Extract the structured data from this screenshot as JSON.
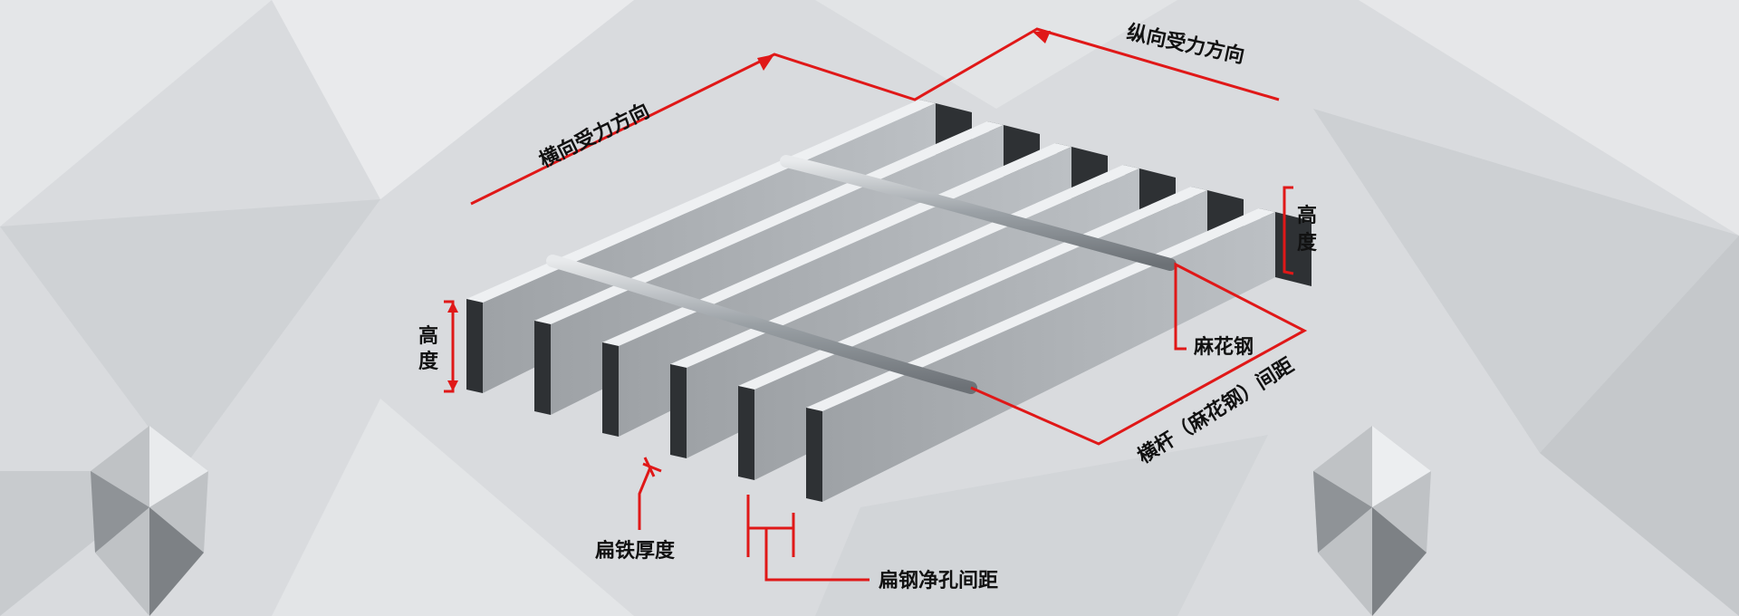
{
  "labels": {
    "transverse_direction": "横向受力方向",
    "longitudinal_direction": "纵向受力方向",
    "height_right_1": "高",
    "height_right_2": "度",
    "height_left_1": "高",
    "height_left_2": "度",
    "twisted_bar": "麻花钢",
    "crossbar_spacing": "横杆（麻花钢）间距",
    "flat_bar_thickness": "扁铁厚度",
    "clear_opening": "扁钢净孔间距"
  },
  "colors": {
    "annotation": "#e01818",
    "background": "#d9dbde",
    "steel_top": "#eef0f2",
    "steel_side": "#a9adb1",
    "steel_end": "#2e3134"
  }
}
